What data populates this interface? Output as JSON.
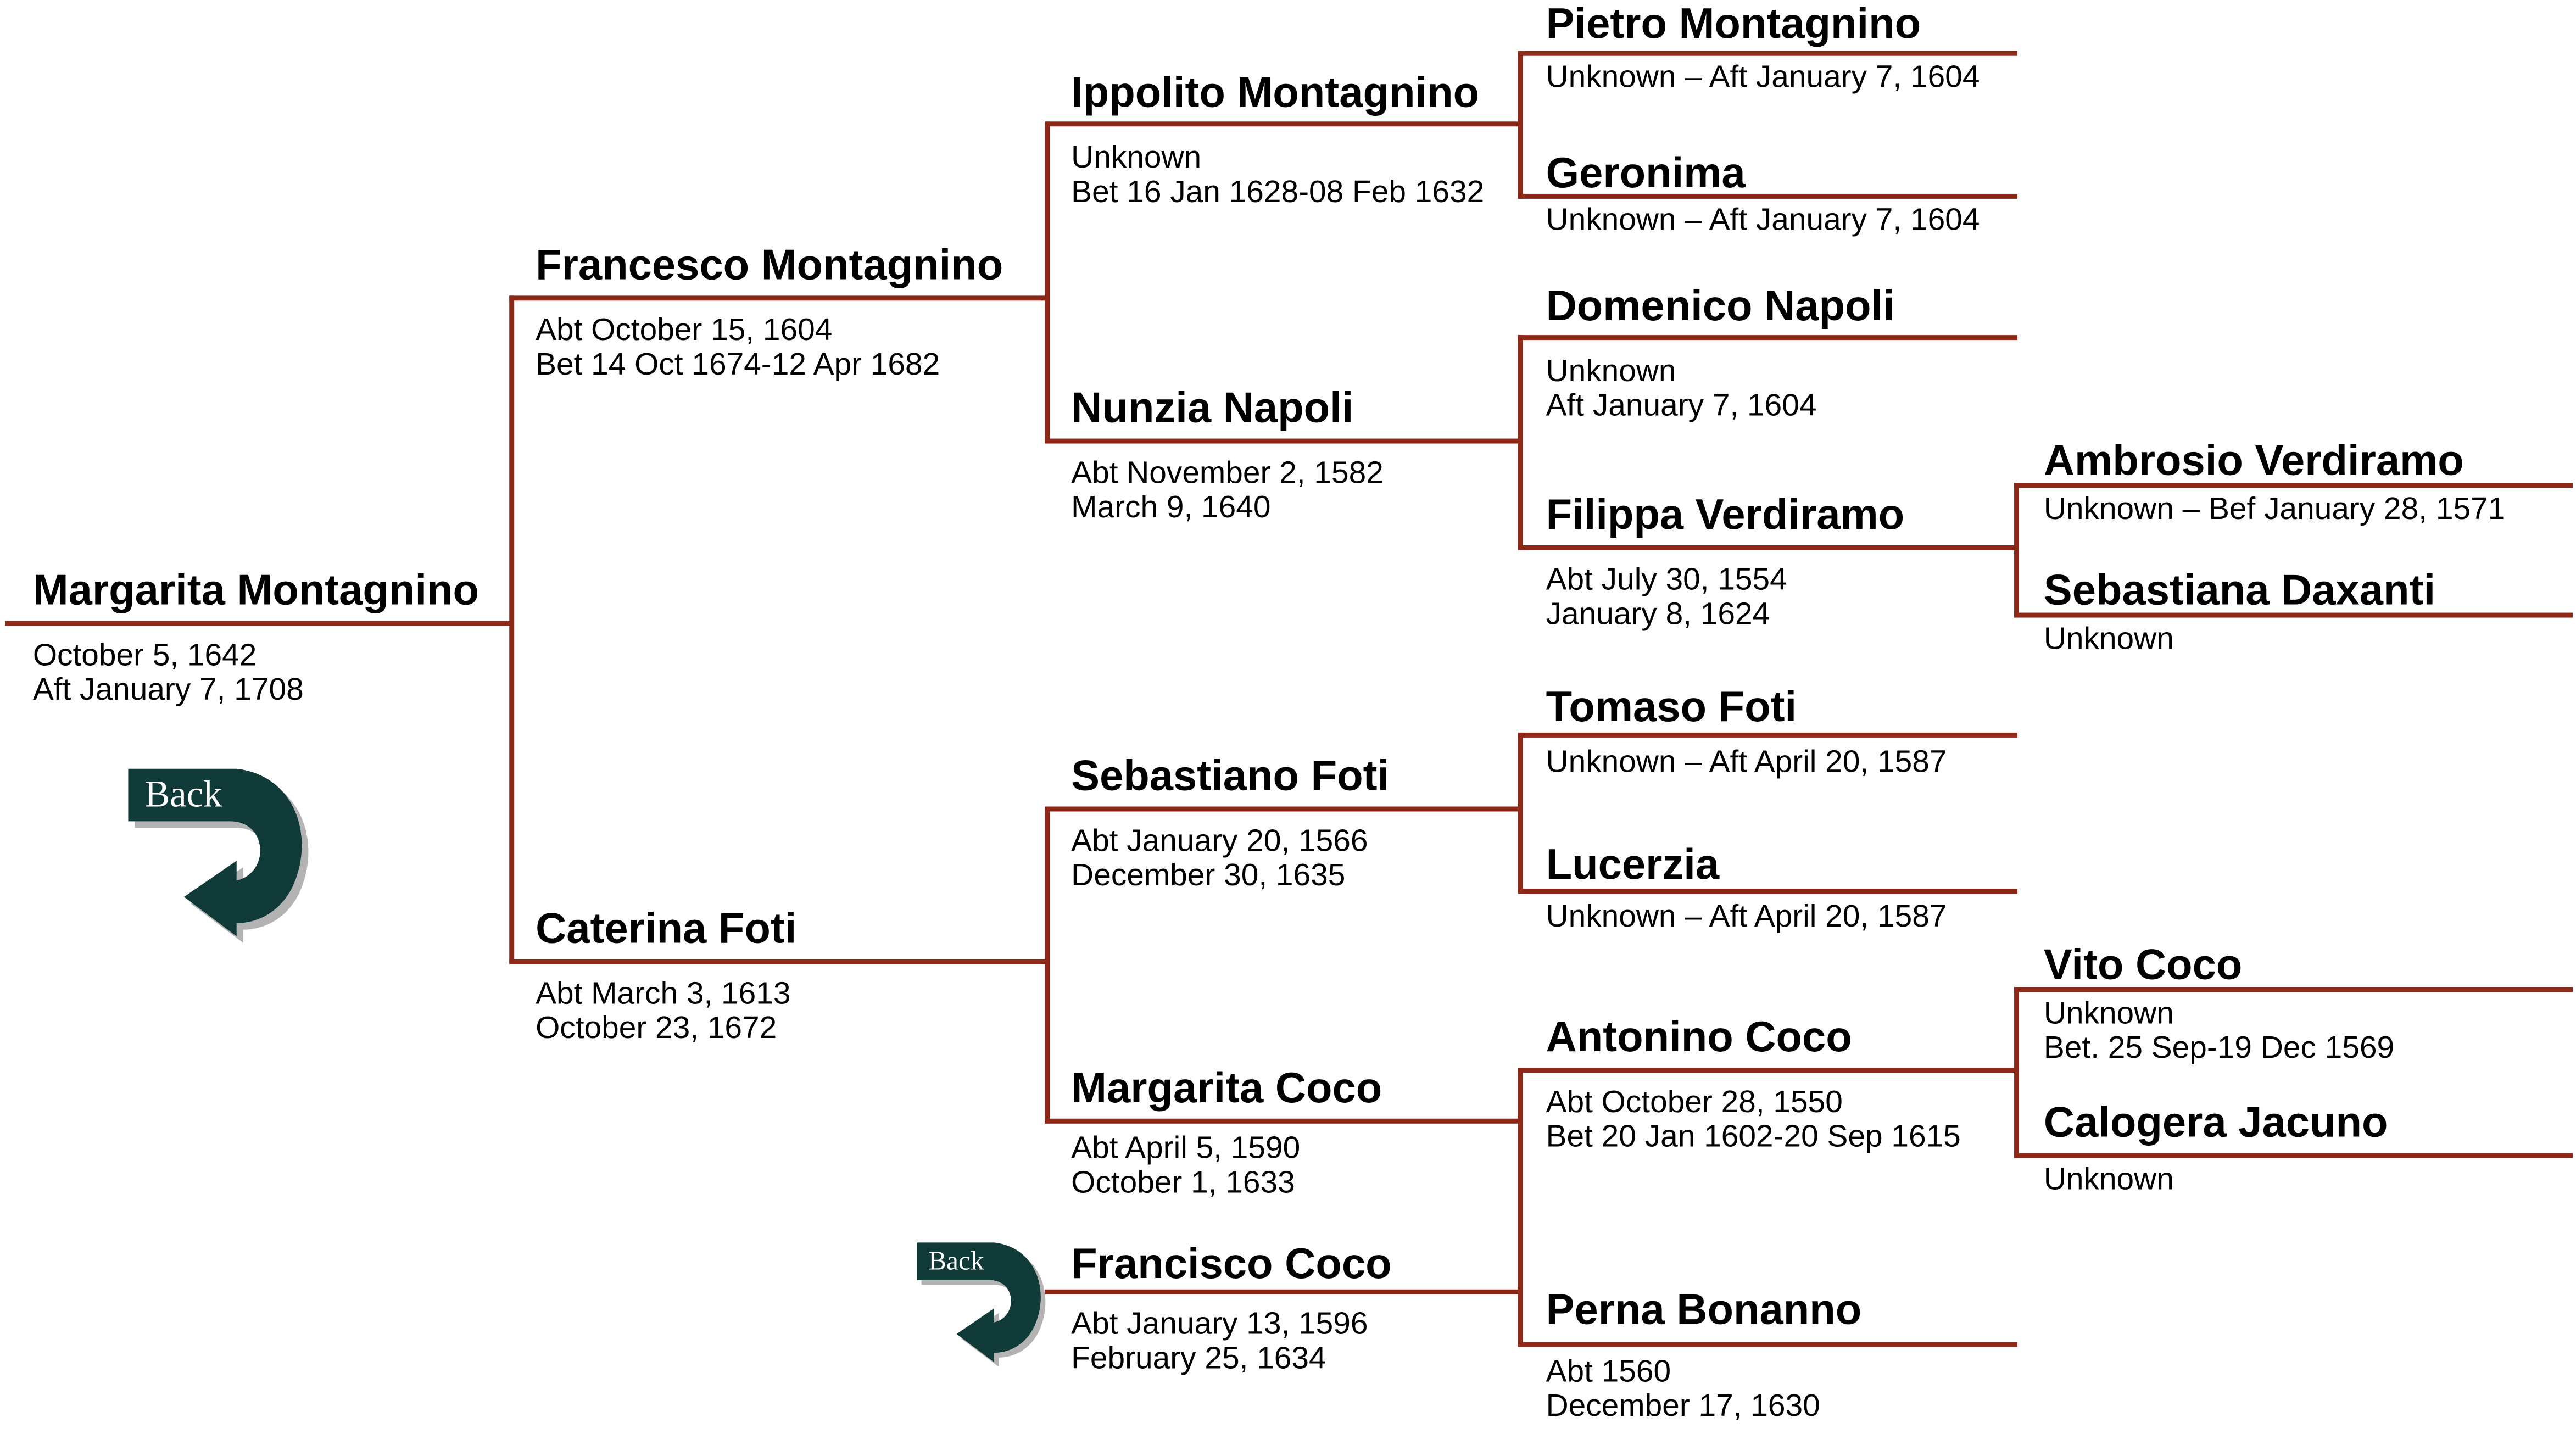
{
  "colors": {
    "line": "#8b2818",
    "back_button": "#0f3a37",
    "back_shadow": "#b3b3b3"
  },
  "back_button_label": "Back",
  "people": {
    "margarita_montagnino": {
      "name": "Margarita Montagnino",
      "birth": "October 5, 1642",
      "death": "Aft  January 7, 1708"
    },
    "francesco_montagnino": {
      "name": "Francesco Montagnino",
      "birth": "Abt October 15, 1604",
      "death": "Bet 14 Oct 1674-12 Apr 1682"
    },
    "caterina_foti": {
      "name": "Caterina Foti",
      "birth": "Abt March 3, 1613",
      "death": "October 23, 1672"
    },
    "ippolito_montagnino": {
      "name": "Ippolito Montagnino",
      "birth": "Unknown",
      "death": "Bet 16 Jan 1628-08 Feb 1632"
    },
    "nunzia_napoli": {
      "name": "Nunzia Napoli",
      "birth": "Abt November 2, 1582",
      "death": "March  9, 1640"
    },
    "sebastiano_foti": {
      "name": "Sebastiano Foti",
      "birth": "Abt January 20, 1566",
      "death": "December 30, 1635"
    },
    "margarita_coco": {
      "name": "Margarita Coco",
      "birth": "Abt April 5, 1590",
      "death": "October 1, 1633"
    },
    "francisco_coco": {
      "name": "Francisco Coco",
      "birth": "Abt January 13, 1596",
      "death": "February 25, 1634"
    },
    "pietro_montagnino": {
      "name": "Pietro Montagnino",
      "dates": "Unknown – Aft January 7, 1604"
    },
    "geronima": {
      "name": "Geronima",
      "dates": "Unknown – Aft January 7, 1604"
    },
    "domenico_napoli": {
      "name": "Domenico Napoli",
      "birth": "Unknown",
      "death": "Aft January 7, 1604"
    },
    "filippa_verdiramo": {
      "name": "Filippa Verdiramo",
      "birth": "Abt July 30, 1554",
      "death": "January 8, 1624"
    },
    "tomaso_foti": {
      "name": "Tomaso Foti",
      "dates": "Unknown – Aft April 20, 1587"
    },
    "lucerzia": {
      "name": "Lucerzia",
      "dates": "Unknown – Aft April 20, 1587"
    },
    "antonino_coco": {
      "name": "Antonino Coco",
      "birth": "Abt October 28, 1550",
      "death": "Bet  20 Jan 1602-20 Sep 1615"
    },
    "perna_bonanno": {
      "name": "Perna Bonanno",
      "birth": "Abt 1560",
      "death": "December  17, 1630"
    },
    "ambrosio_verdiramo": {
      "name": "Ambrosio Verdiramo",
      "dates": "Unknown – Bef January 28, 1571"
    },
    "sebastiana_daxanti": {
      "name": "Sebastiana Daxanti",
      "birth": "Unknown"
    },
    "vito_coco": {
      "name": "Vito Coco",
      "birth": "Unknown",
      "death": "Bet. 25 Sep-19 Dec 1569"
    },
    "calogera_jacuno": {
      "name": "Calogera Jacuno",
      "birth": "Unknown"
    }
  }
}
